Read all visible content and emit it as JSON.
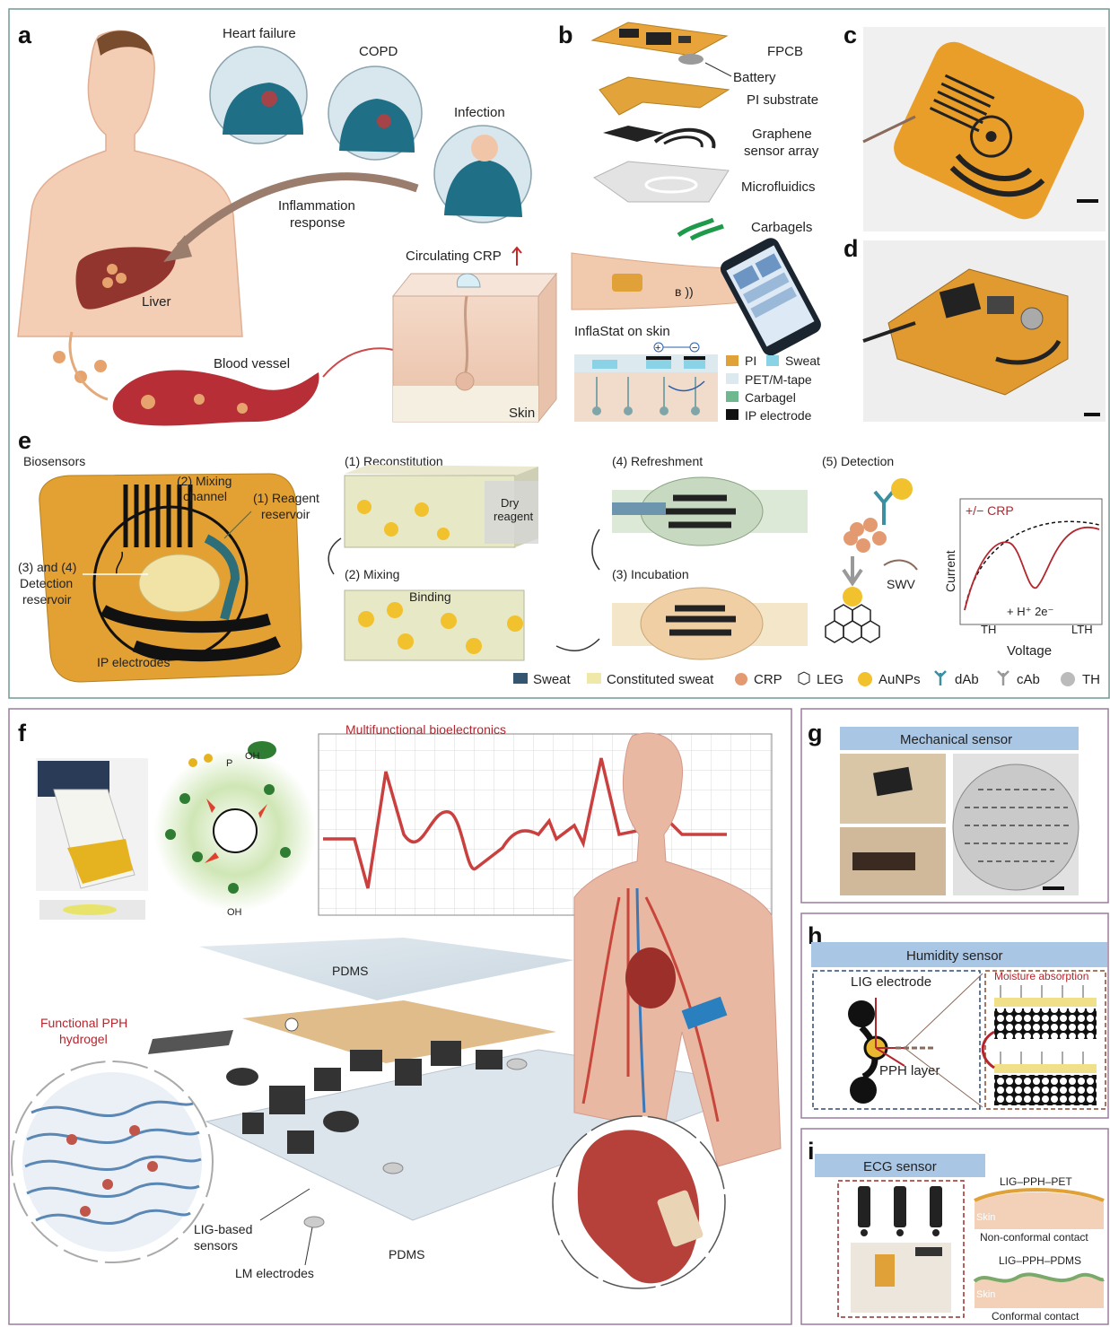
{
  "panels": {
    "a": {
      "letter": "a",
      "heart_failure": "Heart failure",
      "copd": "COPD",
      "infection": "Infection",
      "inflammation_l1": "Inflammation",
      "inflammation_l2": "response",
      "liver": "Liver",
      "circulating_crp": "Circulating CRP",
      "blood_vessel": "Blood vessel",
      "skin": "Skin"
    },
    "b": {
      "letter": "b",
      "fpcb": "FPCB",
      "battery": "Battery",
      "pi_substrate": "PI substrate",
      "graphene_l1": "Graphene",
      "graphene_l2": "sensor array",
      "microfluidics": "Microfluidics",
      "carbagels": "Carbagels",
      "inflastat": "InflaStat on skin",
      "legend": [
        "PI",
        "Sweat",
        "PET/M-tape",
        "Carbagel",
        "IP electrode"
      ]
    },
    "c": {
      "letter": "c"
    },
    "d": {
      "letter": "d"
    },
    "e": {
      "letter": "e",
      "biosensors": "Biosensors",
      "mixing_l1": "(2) Mixing",
      "mixing_l2": "channel",
      "reagent_l1": "(1) Reagent",
      "reagent_l2": "reservoir",
      "detect_l1": "(3) and (4)",
      "detect_l2": "Detection",
      "detect_l3": "reservoir",
      "ip_electrodes": "IP electrodes",
      "step1": "(1) Reconstitution",
      "dry_l1": "Dry",
      "dry_l2": "reagent",
      "step2": "(2) Mixing",
      "binding": "Binding",
      "step3": "(3) Incubation",
      "step4": "(4) Refreshment",
      "step5": "(5) Detection",
      "swv": "SWV",
      "crp_pm": "+/− CRP",
      "current": "Current",
      "voltage": "Voltage",
      "th": "TH",
      "lth": "LTH",
      "reaction": "+ H⁺ 2e⁻",
      "legend": [
        "Sweat",
        "Constituted sweat",
        "CRP",
        "LEG",
        "AuNPs",
        "dAb",
        "cAb",
        "TH"
      ]
    },
    "f": {
      "letter": "f",
      "multifunctional": "Multifunctional bioelectronics",
      "pdms_top": "PDMS",
      "pph_l1": "Functional PPH",
      "pph_l2": "hydrogel",
      "lig_l1": "LIG-based",
      "lig_l2": "sensors",
      "lm": "LM electrodes",
      "pdms_bottom": "PDMS",
      "oh": "OH",
      "p": "P"
    },
    "g": {
      "letter": "g",
      "title": "Mechanical sensor"
    },
    "h": {
      "letter": "h",
      "title": "Humidity sensor",
      "lig_electrode": "LIG electrode",
      "pph_layer": "PPH layer",
      "moisture": "Moisture absorption"
    },
    "i": {
      "letter": "i",
      "title": "ECG sensor",
      "pet": "LIG–PPH–PET",
      "skin1": "Skin",
      "nonconformal": "Non-conformal contact",
      "pdms": "LIG–PPH–PDMS",
      "skin2": "Skin",
      "conformal": "Conformal contact"
    }
  },
  "colors": {
    "accent_red": "#b3262d",
    "pi_orange": "#e8a33a",
    "teal_border": "#6f9a94",
    "purple_border": "#9c7c9e"
  }
}
